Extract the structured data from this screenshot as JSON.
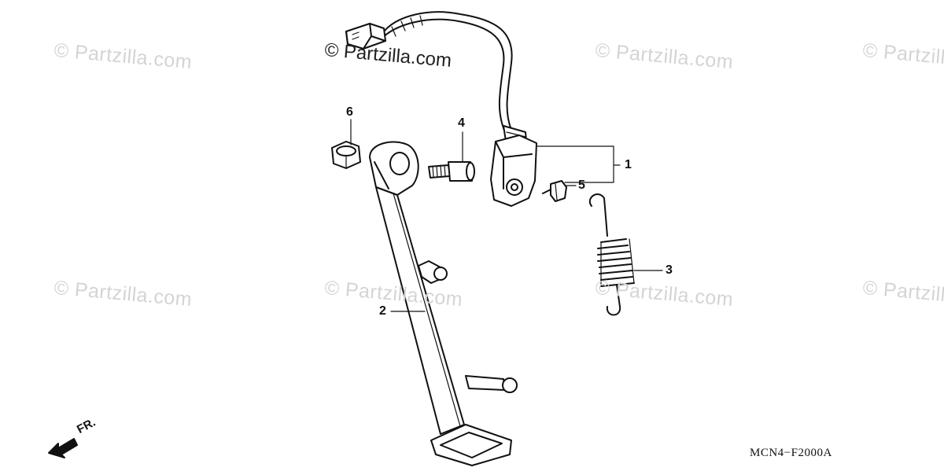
{
  "watermark": {
    "main": "© Partzilla.com",
    "faded": "© Partzilla.com"
  },
  "callouts": {
    "c1": "1",
    "c2": "2",
    "c3": "3",
    "c4": "4",
    "c5": "5",
    "c6": "6"
  },
  "diagram_code": "MCN4−F2000A",
  "direction_label": "FR."
}
